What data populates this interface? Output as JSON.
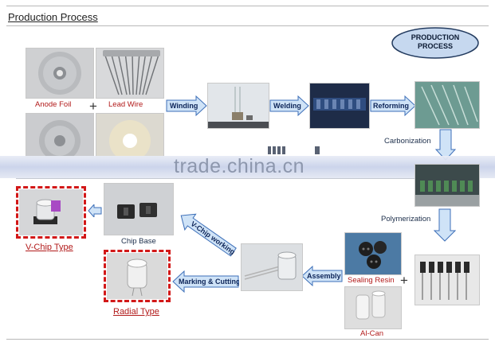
{
  "header": {
    "title": "Production Process"
  },
  "badge": {
    "text": "PRODUCTION PROCESS"
  },
  "materials": {
    "anode_foil": "Anode Foil",
    "lead_wire": "Lead Wire",
    "sealing_resin": "Sealing Resin",
    "al_can": "Al-Can",
    "chip_base": "Chip Base"
  },
  "steps": {
    "winding": "Winding",
    "welding": "Welding",
    "reforming": "Reforming",
    "carbonization": "Carbonization",
    "polymerization": "Polymerization",
    "assembly": "Assembly",
    "marking": "Marking & Cutting",
    "vchip_working": "V-Chip working"
  },
  "products": {
    "vchip": "V-Chip Type",
    "radial": "Radial Type"
  },
  "watermark": "trade.china.cn",
  "colors": {
    "arrow_fill": "#cfe3f7",
    "arrow_stroke": "#3d6fb8",
    "badge_fill": "#c6d8ef",
    "highlight_red": "#d21818",
    "label_red": "#b21a1a"
  }
}
